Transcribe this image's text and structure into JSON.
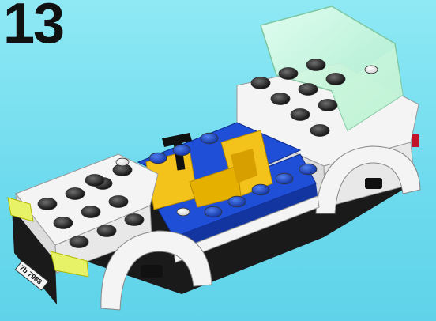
{
  "step": {
    "number": "13"
  },
  "model": {
    "license_plate": "7b 7988"
  },
  "colors": {
    "background": "#6fdbee",
    "white_brick": "#f4f4f4",
    "blue_brick": "#1f4fd6",
    "yellow_seat": "#f3c21b",
    "black_brick": "#1a1a1a",
    "transparent_green": "#bff3d6",
    "headlight_yellow": "#e8f266"
  },
  "icons": [
    "lego-car-chassis"
  ]
}
